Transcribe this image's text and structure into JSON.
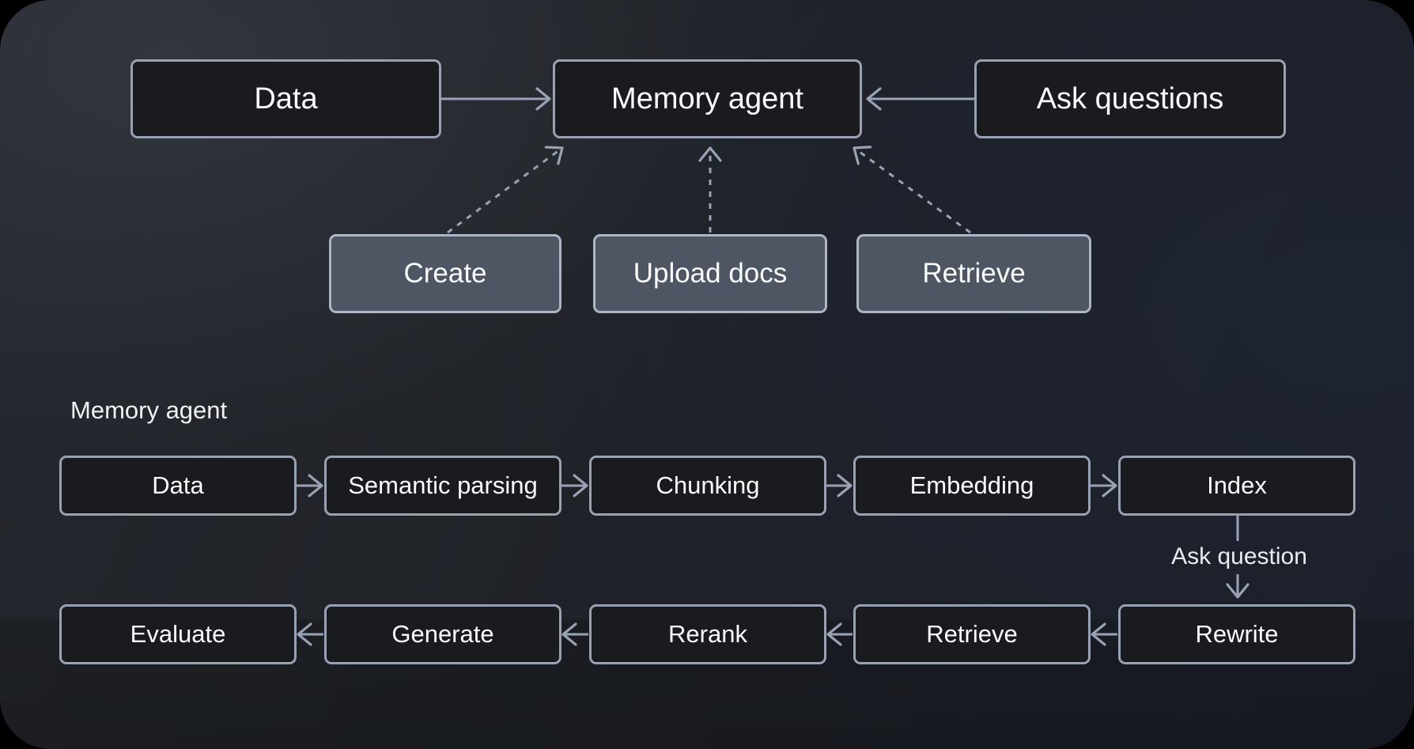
{
  "overview": {
    "data": "Data",
    "hub": "Memory agent",
    "ask_questions": "Ask questions",
    "operations": [
      "Create",
      "Upload docs",
      "Retrieve"
    ]
  },
  "pipeline": {
    "title": "Memory agent",
    "ingest_steps": [
      "Data",
      "Semantic parsing",
      "Chunking",
      "Embedding",
      "Index"
    ],
    "bridge_label": "Ask question",
    "answer_steps": [
      "Evaluate",
      "Generate",
      "Rerank",
      "Retrieve",
      "Rewrite"
    ]
  },
  "colors": {
    "page_background": "#000000",
    "panel_top": "#25282f",
    "panel_bottom": "#1a1d25",
    "node_fill_dark": "#1a1b1f",
    "node_fill_gray": "#4e5663",
    "node_border": "#98a2b3",
    "arrow": "#9aa3b5",
    "text": "#fbfcfd"
  }
}
